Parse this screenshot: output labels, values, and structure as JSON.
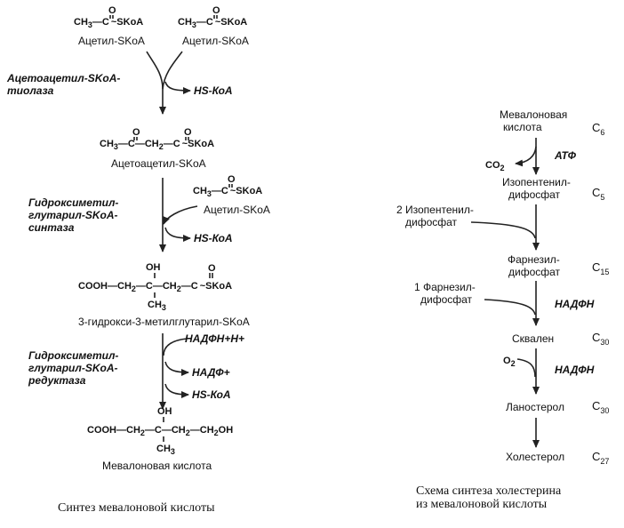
{
  "left": {
    "acetyl1": {
      "formula": "CH3–C~SKoA",
      "name": "Ацетил-SKoA"
    },
    "acetyl2": {
      "formula": "CH3–C~SKoA",
      "name": "Ацетил-SKoA"
    },
    "enzyme1": [
      "Ацетоацетил-SKoA-",
      "тиолаза"
    ],
    "product_hs1": "HS-КоА",
    "acetoacetyl": {
      "formula": "CH3–C–CH2–C~SKoA",
      "name": "Ацетоацетил-SKoA"
    },
    "acetyl3": {
      "formula": "CH3–C~SKoA",
      "name": "Ацетил-SKoA"
    },
    "enzyme2": [
      "Гидроксиметил-",
      "глутарил-SKoA-",
      "синтаза"
    ],
    "product_hs2": "HS-КоА",
    "hmg": {
      "formula": "COOH–CH2–C–CH2–C~SKoA",
      "name": "3-гидрокси-3-метилглутарил-SKoA"
    },
    "enzyme3": [
      "Гидроксиметил-",
      "глутарил-SKoA-",
      "редуктаза"
    ],
    "cofactor_in": "НАДФН+Н+",
    "cofactor_out": "НАДФ+",
    "product_hs3": "HS-КоА",
    "mevalonate": {
      "formula": "COOH–CH2–C–CH2–CH2OH",
      "name": "Мевалоновая кислота"
    },
    "caption": "Синтез мевалоновой кислоты"
  },
  "right": {
    "mevalonic": [
      "Мевалоновая",
      "кислота"
    ],
    "c6": "C6",
    "co2": "CO2",
    "atp": "АТФ",
    "isopentenyl": [
      "Изопентенил-",
      "дифосфат"
    ],
    "c5": "C5",
    "add_isopentenyl": [
      "2 Изопентенил-",
      "дифосфат"
    ],
    "farnesyl": [
      "Фарнезил-",
      "дифосфат"
    ],
    "c15": "C15",
    "add_farnesyl": [
      "1 Фарнезил-",
      "дифосфат"
    ],
    "nadph1": "НАДФН",
    "squalene": "Сквален",
    "c30a": "C30",
    "o2": "O2",
    "nadph2": "НАДФН",
    "lanosterol": "Ланостерол",
    "c30b": "C30",
    "cholesterol": "Холестерол",
    "c27": "C27",
    "caption": [
      "Схема синтеза холестерина",
      "из мевалоновой кислоты"
    ]
  }
}
